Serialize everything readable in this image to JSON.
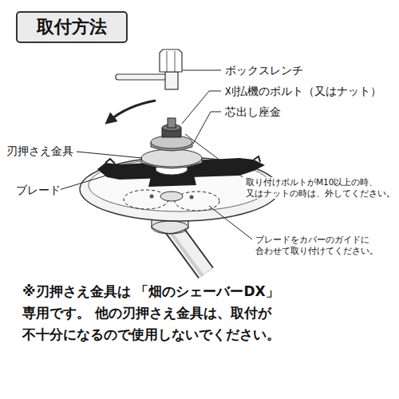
{
  "diagram": {
    "title": "取付方法",
    "labels": [
      "ボックスレンチ",
      "刈払機のボルト（又はナット）",
      "芯出し座金",
      "刃押さえ金具",
      "ブレード",
      "取り付けボルトがM10以上の時、 又はナットの時は、外してください。",
      "ブレードをカバーのガイドに 合わせて取り付けてください。",
      "※刃押さえ金具は 「畑のシェーバーDX」専用です。 他の刃押さえ金具は、取付が 不十分になるので使用しないでください。"
    ]
  }
}
